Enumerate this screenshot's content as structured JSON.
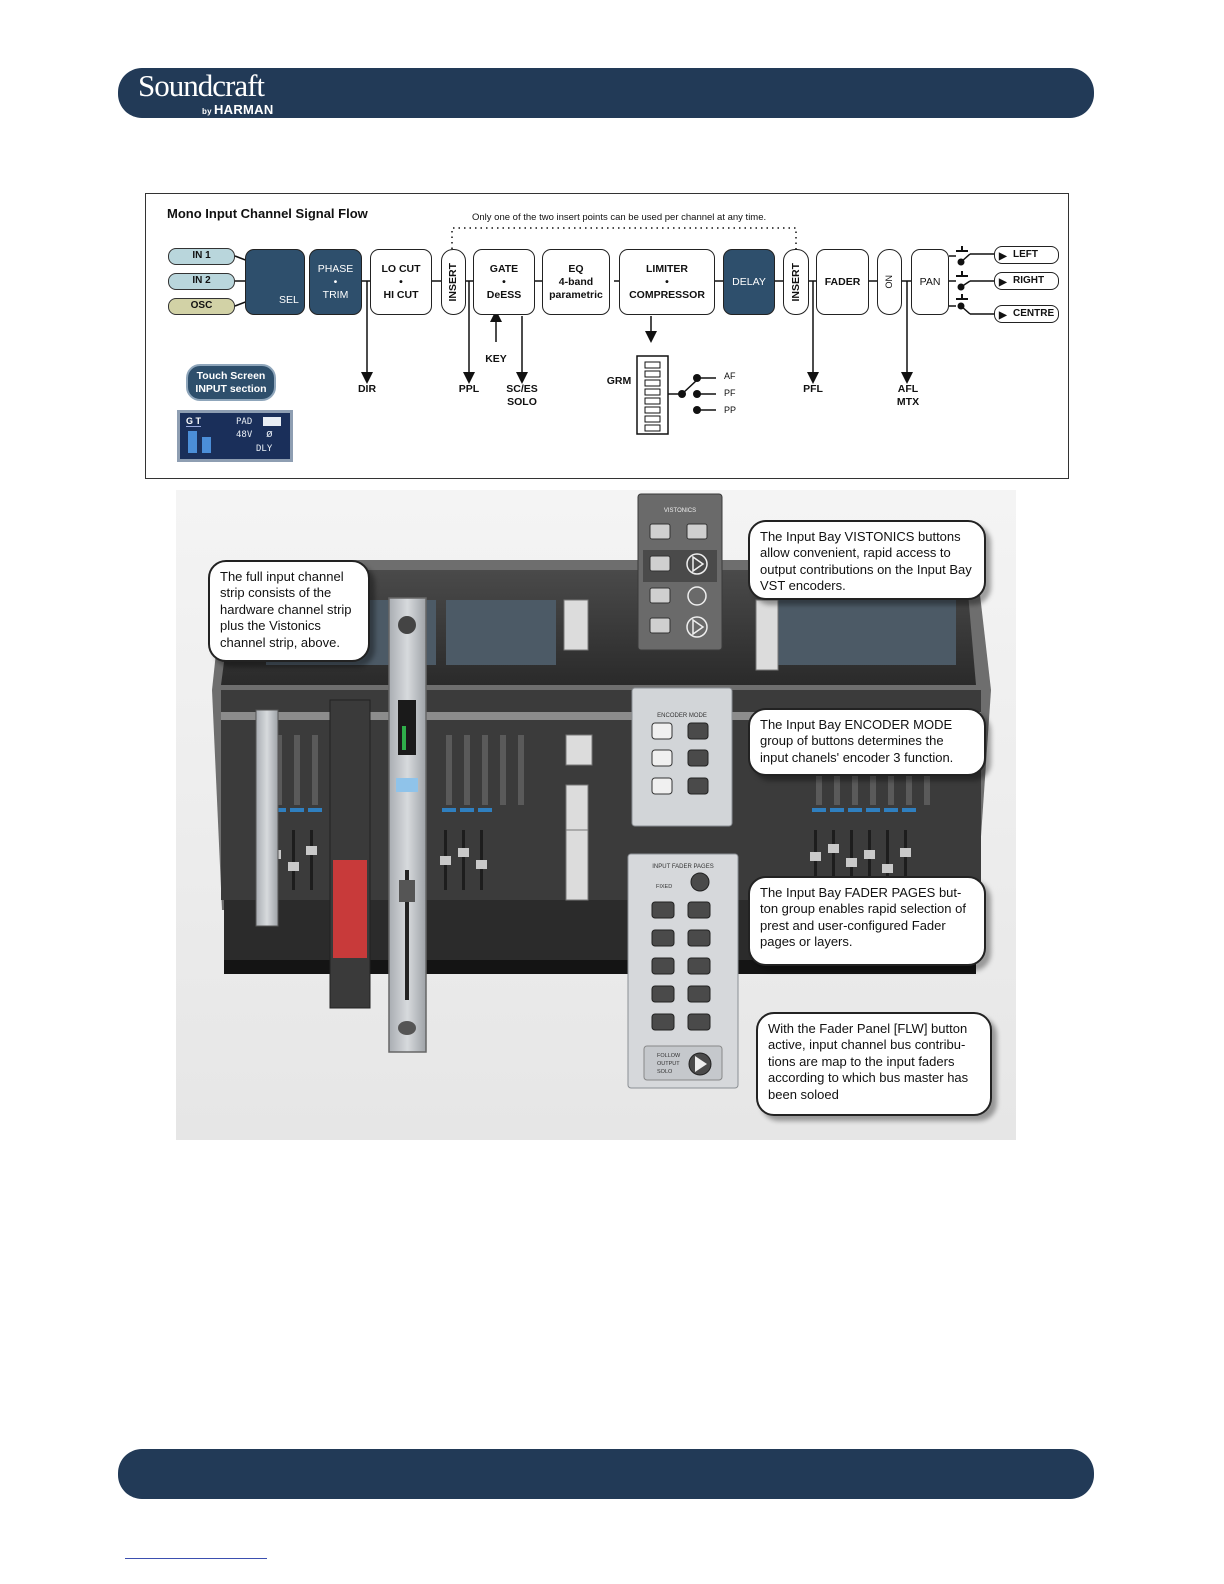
{
  "header": {
    "brand": "Soundcraft",
    "by_small": "by",
    "by_name": "HARMAN"
  },
  "flow": {
    "title": "Mono Input Channel Signal Flow",
    "note": "Only one of the two insert points can be used per channel at any time.",
    "inputs": [
      "IN 1",
      "IN 2",
      "OSC"
    ],
    "sel": "SEL",
    "phase": [
      "PHASE",
      "•",
      "TRIM"
    ],
    "locut": [
      "LO CUT",
      "•",
      "HI CUT"
    ],
    "insert": "INSERT",
    "gate": [
      "GATE",
      "•",
      "DeESS"
    ],
    "eq": [
      "EQ",
      "4-band",
      "parametric"
    ],
    "limiter": [
      "LIMITER",
      "•",
      "COMPRESSOR"
    ],
    "delay": "DELAY",
    "fader": "FADER",
    "on": "ON",
    "pan": "PAN",
    "outputs": [
      "LEFT",
      "RIGHT",
      "CENTRE"
    ],
    "taps": {
      "dir": "DIR",
      "ppl": "PPL",
      "key": "KEY",
      "sces": [
        "SC/ES",
        "SOLO"
      ],
      "grm": "GRM",
      "pfl": "PFL",
      "afl": [
        "AFL",
        "MTX"
      ]
    },
    "grm_opts": [
      "AF",
      "PF",
      "PP"
    ],
    "touch": [
      "Touch Screen",
      "INPUT section"
    ],
    "lcd": {
      "gt": "G T",
      "pad": "PAD",
      "v48": "48V",
      "dly": "DLY"
    }
  },
  "photo": {
    "vistonics_title": "VISTONICS",
    "encoder_title": "ENCODER MODE",
    "fader_pages_title": "INPUT FADER PAGES",
    "fixed": "FIXED",
    "follow": [
      "FOLLOW",
      "OUTPUT",
      "SOLO"
    ]
  },
  "callouts": {
    "strip": "The full input channel strip consists of the hardware channel strip plus the Vistonics channel strip, above.",
    "vistonics": "The Input Bay VISTONICS buttons allow convenient, rapid access to output contributions on the Input Bay VST encoders.",
    "encoder": "The Input Bay ENCODER MODE group of buttons determines the input chanels' encoder 3 function.",
    "fader_pages": "The Input Bay FADER PAGES but-ton group enables rapid selection of prest and user-configured Fader pages or layers.",
    "flw": "With the Fader Panel [FLW] button active, input channel bus contribu-tions are map to the input faders according to which bus master has been soloed"
  },
  "colors": {
    "navy": "#223a57",
    "block_dark": "#2e4f6c",
    "input_blue": "#b9d6dc",
    "osc": "#d2d2a6"
  }
}
